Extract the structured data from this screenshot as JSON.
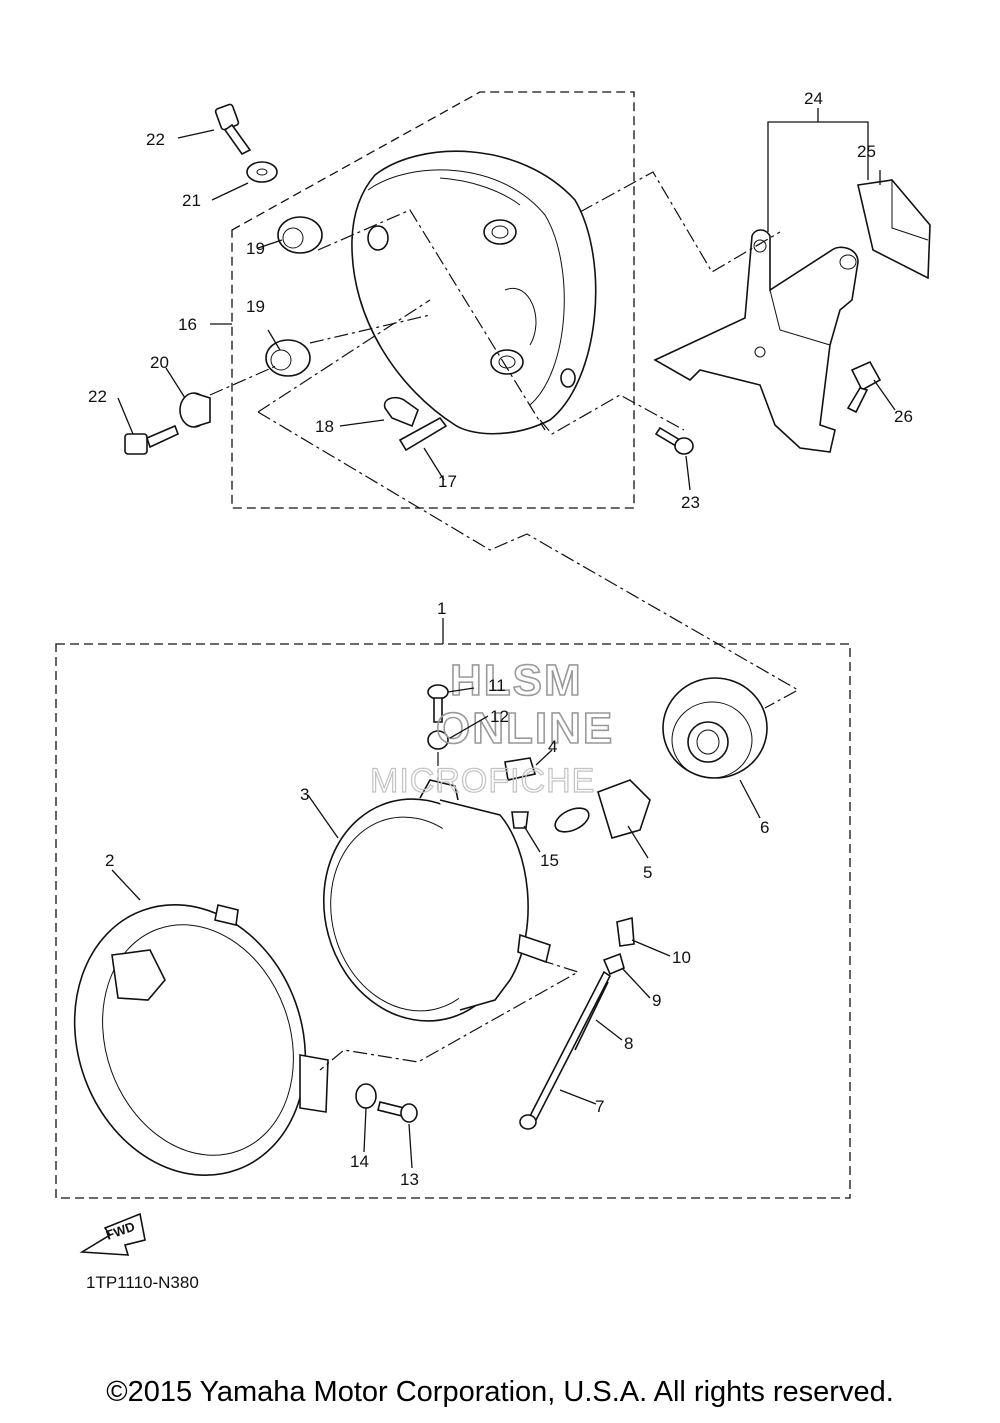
{
  "diagram": {
    "drawing_code": "1TP1110-N380",
    "direction_marker": "FWD",
    "watermark": [
      "HLSM",
      "ONLINE",
      "MICROFICHE"
    ],
    "copyright": "©2015 Yamaha Motor Corporation, U.S.A. All rights reserved.",
    "callouts": [
      "1",
      "2",
      "3",
      "4",
      "5",
      "6",
      "7",
      "8",
      "9",
      "10",
      "11",
      "12",
      "13",
      "14",
      "15",
      "16",
      "17",
      "18",
      "19",
      "19",
      "20",
      "21",
      "22",
      "22",
      "23",
      "24",
      "25",
      "26"
    ]
  }
}
